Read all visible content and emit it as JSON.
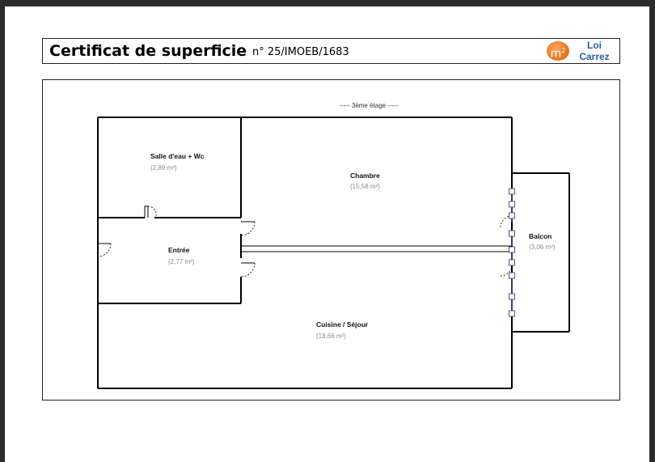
{
  "header": {
    "title": "Certificat de superficie",
    "certificate_number": "n° 25/IMOEB/1683",
    "logo": {
      "icon": "m2",
      "text_line1": "Loi",
      "text_line2": "Carrez",
      "accent_color": "#e8731d",
      "text_color": "#2a5da8"
    }
  },
  "plan": {
    "floor_label": "----- 3ème étage -----",
    "rooms": [
      {
        "name": "Salle d'eau + Wc",
        "area": "(2,89 m²)"
      },
      {
        "name": "Chambre",
        "area": "(15,58 m²)"
      },
      {
        "name": "Entrée",
        "area": "(2,77 m²)"
      },
      {
        "name": "Balcon",
        "area": "(3,06 m²)"
      },
      {
        "name": "Cuisine / Séjour",
        "area": "(18,66 m²)"
      }
    ]
  }
}
